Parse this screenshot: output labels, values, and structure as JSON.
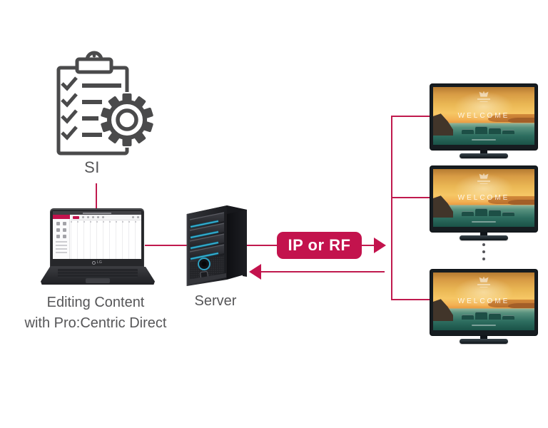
{
  "diagram": {
    "si_label": "SI",
    "laptop_caption_line1": "Editing Content",
    "laptop_caption_line2": "with Pro:Centric Direct",
    "server_label": "Server",
    "transport_badge": "IP or RF",
    "tv_welcome_text": "WELCOME",
    "tv_count_shown": 3
  },
  "colors": {
    "accent_red": "#c3134d",
    "connector_red": "#c01a4e",
    "icon_stroke_gray": "#4a4a4b",
    "label_text_gray": "#565658",
    "server_accent_teal": "#38b7d9"
  }
}
